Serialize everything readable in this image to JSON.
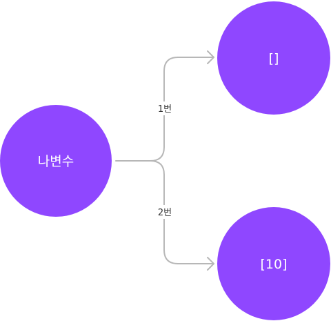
{
  "diagram": {
    "node_color": "#8f47ff",
    "edge_color": "#b7b7b7",
    "source": {
      "label": "나변수"
    },
    "targets": [
      {
        "label": "[]"
      },
      {
        "label": "[10]"
      }
    ],
    "edges": [
      {
        "label": "1번"
      },
      {
        "label": "2번"
      }
    ]
  }
}
